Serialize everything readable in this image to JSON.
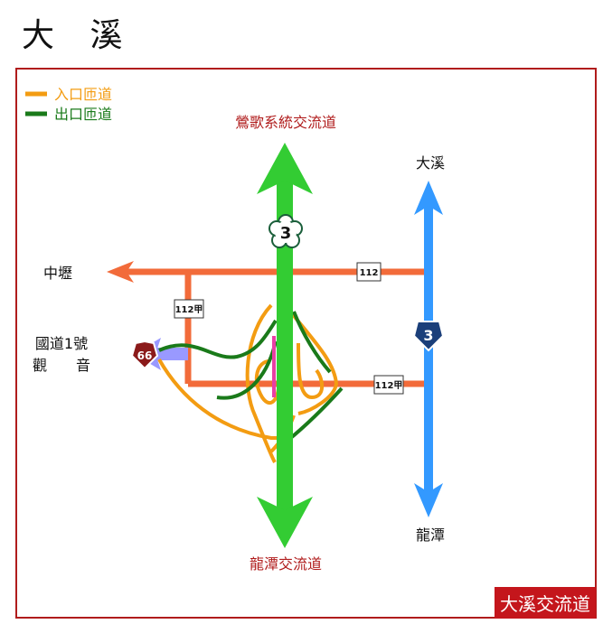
{
  "title": "大 溪",
  "legend": {
    "entrance": "入口匝道",
    "exit": "出口匝道"
  },
  "labels": {
    "top": "鶯歌系統交流道",
    "bottom": "龍潭交流道",
    "left_road": "中壢",
    "national1_line1": "國道1號",
    "national1_line2": "觀　　音",
    "daxi": "大溪",
    "longtan": "龍潭"
  },
  "shields": {
    "freeway3": "3",
    "provincial3": "3",
    "expressway66": "66",
    "route112": "112",
    "route112a_upper": "112甲",
    "route112a_lower": "112甲"
  },
  "badge": "大溪交流道",
  "colors": {
    "frame": "#b01c1c",
    "entrance_ramp": "#f39c12",
    "exit_ramp": "#1a7a1a",
    "freeway": "#33cc33",
    "local_road": "#f26b3a",
    "provincial_road": "#3399ff",
    "expressway": "#9999ff",
    "label_red": "#b01c1c"
  }
}
